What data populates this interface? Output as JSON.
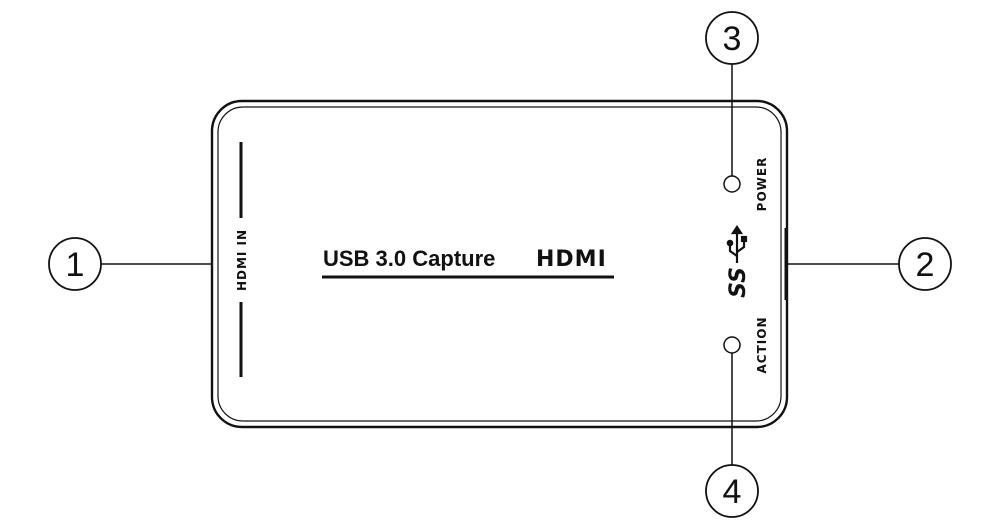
{
  "device": {
    "title_prefix": "USB 3.0 Capture",
    "title_brand": "HDMI",
    "port_label": "HDMI IN",
    "led_power_label": "POWER",
    "led_action_label": "ACTION",
    "usb_logo_text": "SS",
    "usb_icon": "usb-trident-icon"
  },
  "callouts": [
    {
      "number": "1"
    },
    {
      "number": "2"
    },
    {
      "number": "3"
    },
    {
      "number": "4"
    }
  ]
}
